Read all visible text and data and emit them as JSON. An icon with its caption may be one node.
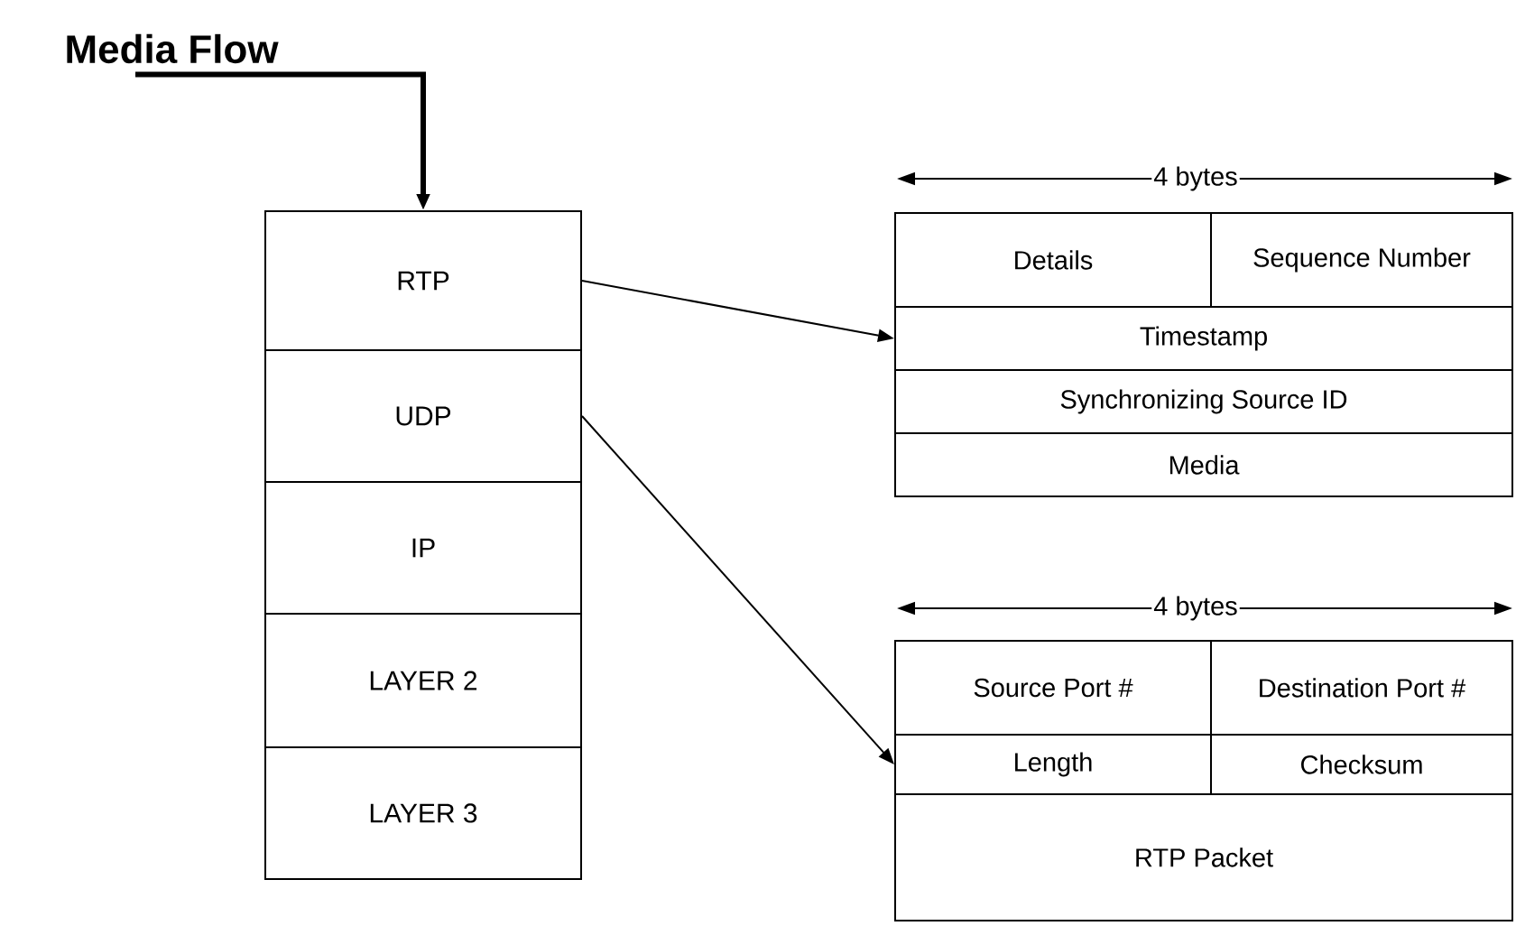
{
  "diagram": {
    "nodes": [
      {
        "text": [
          "Media Flow"
        ]
      },
      {
        "text": [
          "RTP"
        ]
      },
      {
        "text": [
          "UDP"
        ]
      },
      {
        "text": [
          "IP"
        ]
      },
      {
        "text": [
          "LAYER 2"
        ]
      },
      {
        "text": [
          "LAYER 3"
        ]
      },
      {
        "text": [
          "Details"
        ]
      },
      {
        "text": [
          "Sequence Number"
        ]
      },
      {
        "text": [
          "Timestamp"
        ]
      },
      {
        "text": [
          "Synchronizing Source ID"
        ]
      },
      {
        "text": [
          "Media"
        ]
      },
      {
        "text": [
          "Source Port #"
        ]
      },
      {
        "text": [
          "Destination Port #"
        ]
      },
      {
        "text": [
          "Length"
        ]
      },
      {
        "text": [
          "Checksum"
        ]
      },
      {
        "text": [
          "RTP Packet"
        ]
      }
    ],
    "edges": [
      {
        "from": 0,
        "to": 1,
        "arrow": "to",
        "style": "thick"
      },
      {
        "from": 1,
        "to": 8,
        "arrow": "to"
      },
      {
        "from": 2,
        "to": 13,
        "arrow": "to"
      }
    ],
    "labels": [
      "4 bytes",
      "4 bytes"
    ]
  }
}
